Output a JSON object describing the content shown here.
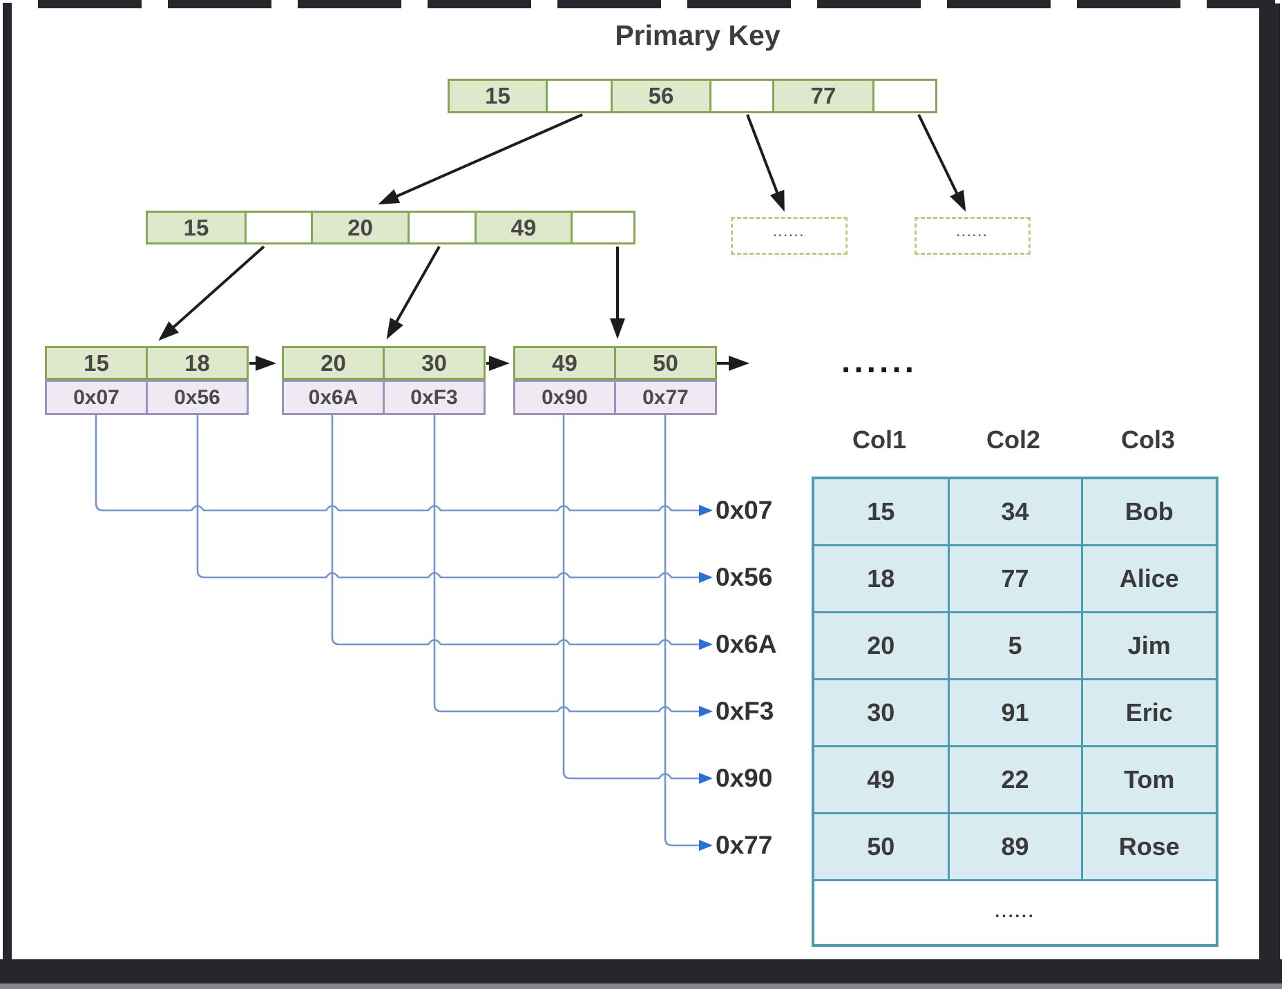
{
  "title": "Primary Key",
  "root_node": {
    "cells": [
      "15",
      "",
      "56",
      "",
      "77",
      ""
    ]
  },
  "internal_node": {
    "cells": [
      "15",
      "",
      "20",
      "",
      "49",
      ""
    ]
  },
  "dashed_nodes": [
    {
      "label": "......"
    },
    {
      "label": "......"
    }
  ],
  "leaf_nodes": [
    {
      "keys": [
        "15",
        "18"
      ],
      "pointers": [
        "0x07",
        "0x56"
      ]
    },
    {
      "keys": [
        "20",
        "30"
      ],
      "pointers": [
        "0x6A",
        "0xF3"
      ]
    },
    {
      "keys": [
        "49",
        "50"
      ],
      "pointers": [
        "0x90",
        "0x77"
      ]
    }
  ],
  "leaf_chain_ellipsis": "......",
  "row_address_labels": [
    "0x07",
    "0x56",
    "0x6A",
    "0xF3",
    "0x90",
    "0x77"
  ],
  "table": {
    "columns": [
      "Col1",
      "Col2",
      "Col3"
    ],
    "rows": [
      [
        "15",
        "34",
        "Bob"
      ],
      [
        "18",
        "77",
        "Alice"
      ],
      [
        "20",
        "5",
        "Jim"
      ],
      [
        "30",
        "91",
        "Eric"
      ],
      [
        "49",
        "22",
        "Tom"
      ],
      [
        "50",
        "89",
        "Rose"
      ]
    ],
    "ellipsis_row": "......"
  },
  "colors": {
    "green_fill": "#dfe8cb",
    "green_border": "#87a556",
    "purple_fill": "#eee9f2",
    "purple_border": "#9e92bd",
    "table_fill": "#d8ebf0",
    "table_border": "#4e9ab0",
    "blue_line": "#7494cc",
    "blue_arrow": "#2e6fd2",
    "arrow_black": "#1d1d1d",
    "frame_dark": "#26262c",
    "dashed_border": "#bcce83"
  }
}
